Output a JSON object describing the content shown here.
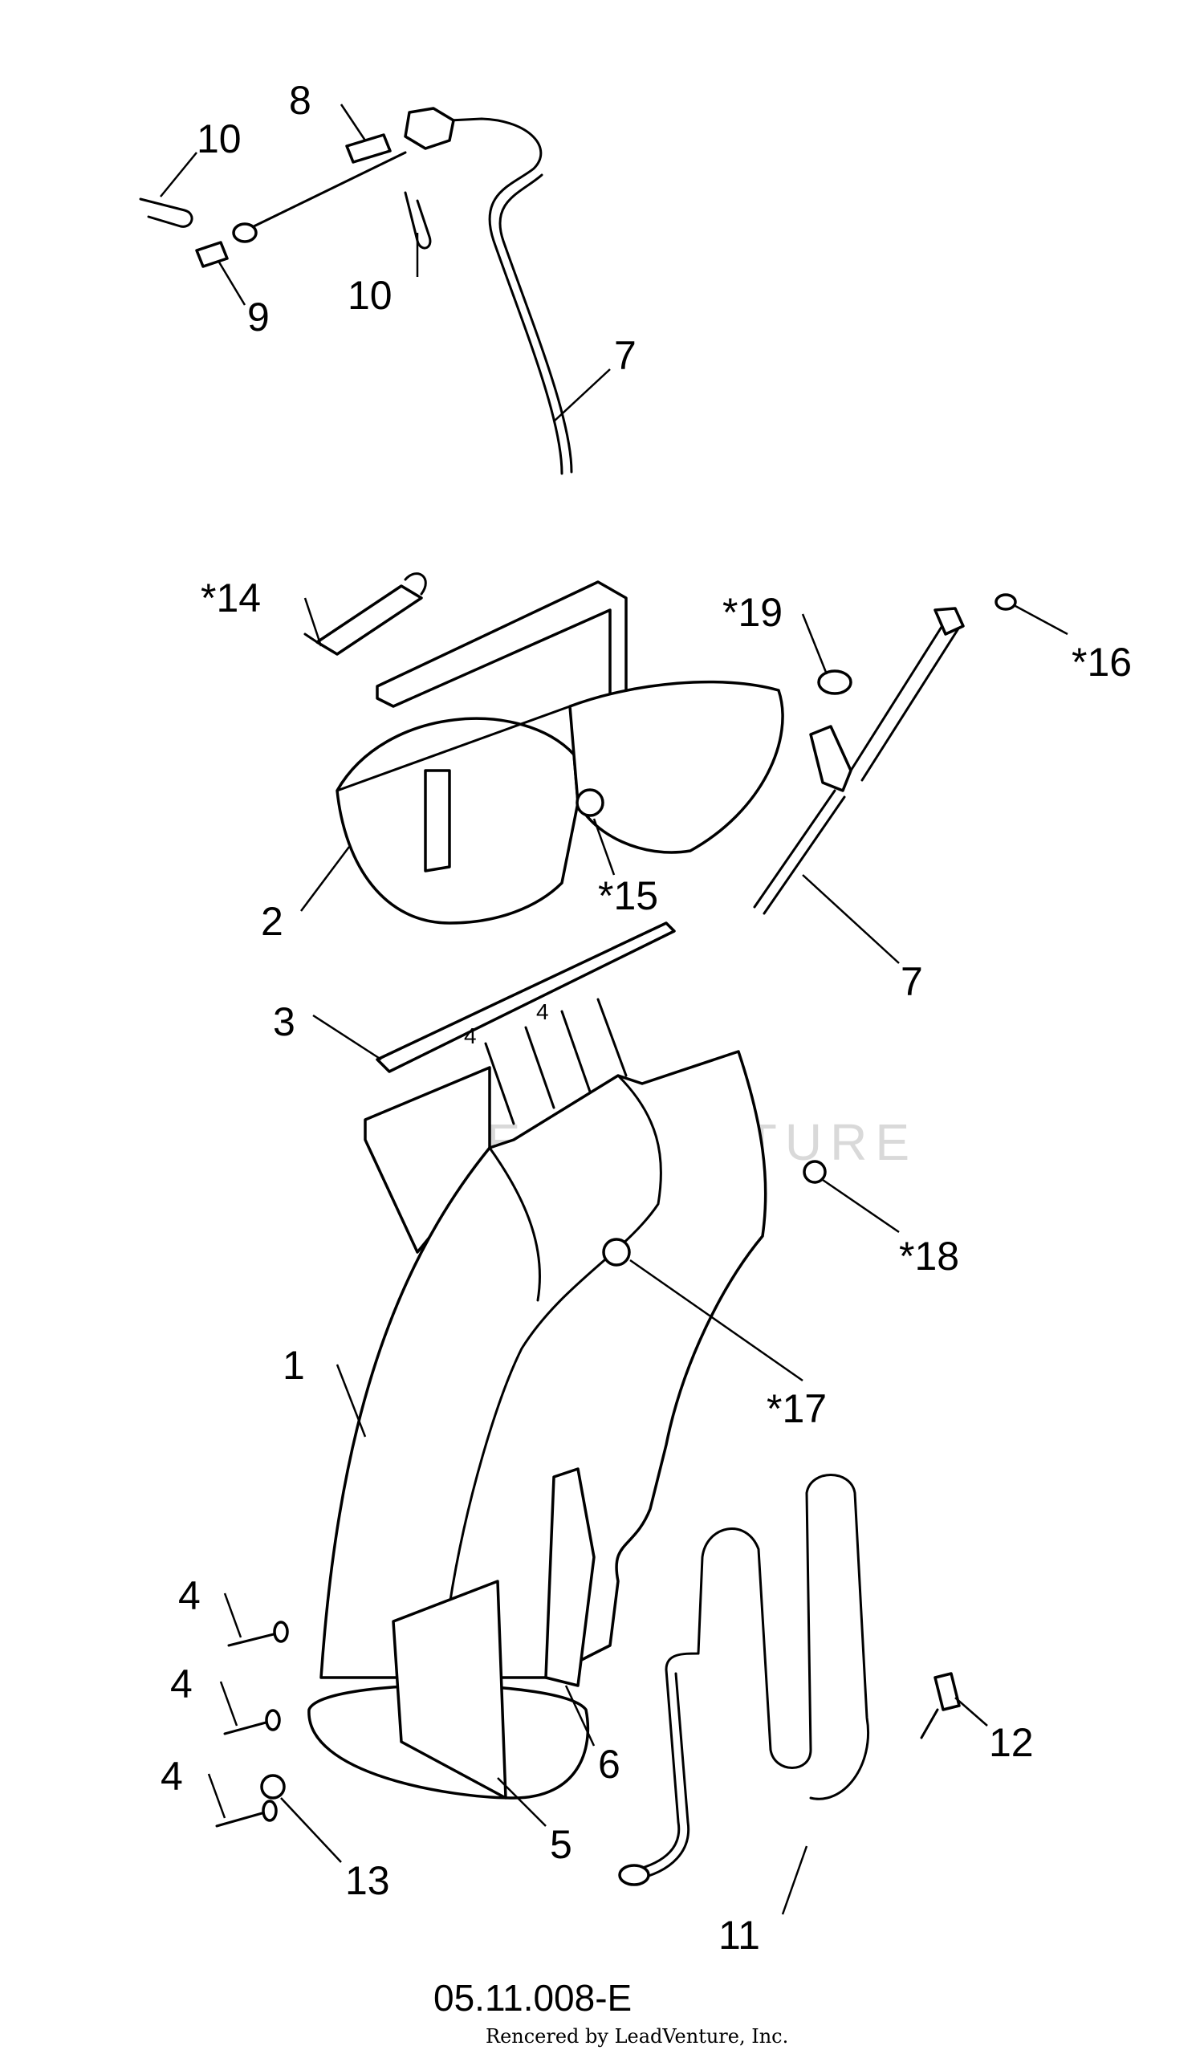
{
  "diagram": {
    "drawing_number": "05.11.008-E",
    "credit": "Rencered by LeadVenture, Inc.",
    "watermark": "LEADVENTURE",
    "callouts": {
      "c1": "1",
      "c2": "2",
      "c3": "3",
      "c4a": "4",
      "c4b": "4",
      "c4c": "4",
      "c4d": "4",
      "c4e": "4",
      "c5": "5",
      "c6": "6",
      "c7a": "7",
      "c7b": "7",
      "c8": "8",
      "c9": "9",
      "c10a": "10",
      "c10b": "10",
      "c11": "11",
      "c12": "12",
      "c13": "13",
      "c14": "*14",
      "c15": "*15",
      "c16": "*16",
      "c17": "*17",
      "c18": "*18",
      "c19": "*19"
    }
  }
}
